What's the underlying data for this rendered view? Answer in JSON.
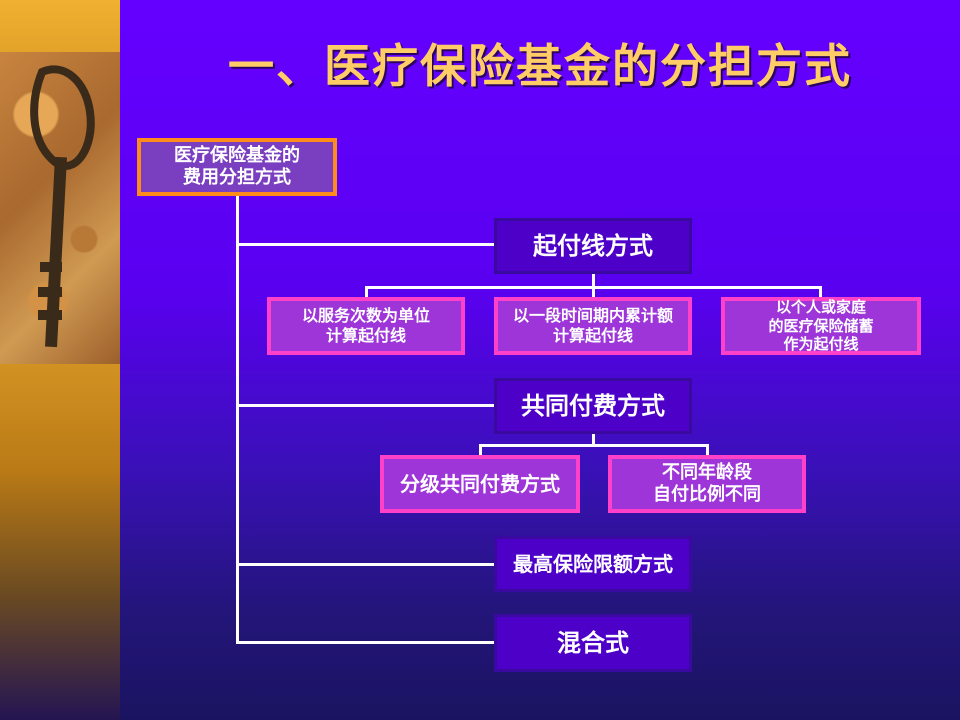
{
  "title": "一、医疗保险基金的分担方式",
  "root": "医疗保险基金的\n费用分担方式",
  "methods": [
    {
      "label": "起付线方式",
      "subs": [
        "以服务次数为单位\n计算起付线",
        "以一段时间期内累计额\n计算起付线",
        "以个人或家庭\n的医疗保险储蓄\n作为起付线"
      ]
    },
    {
      "label": "共同付费方式",
      "subs": [
        "分级共同付费方式",
        "不同年龄段\n自付比例不同"
      ]
    },
    {
      "label": "最高保险限额方式",
      "subs": []
    },
    {
      "label": "混合式",
      "subs": []
    }
  ]
}
